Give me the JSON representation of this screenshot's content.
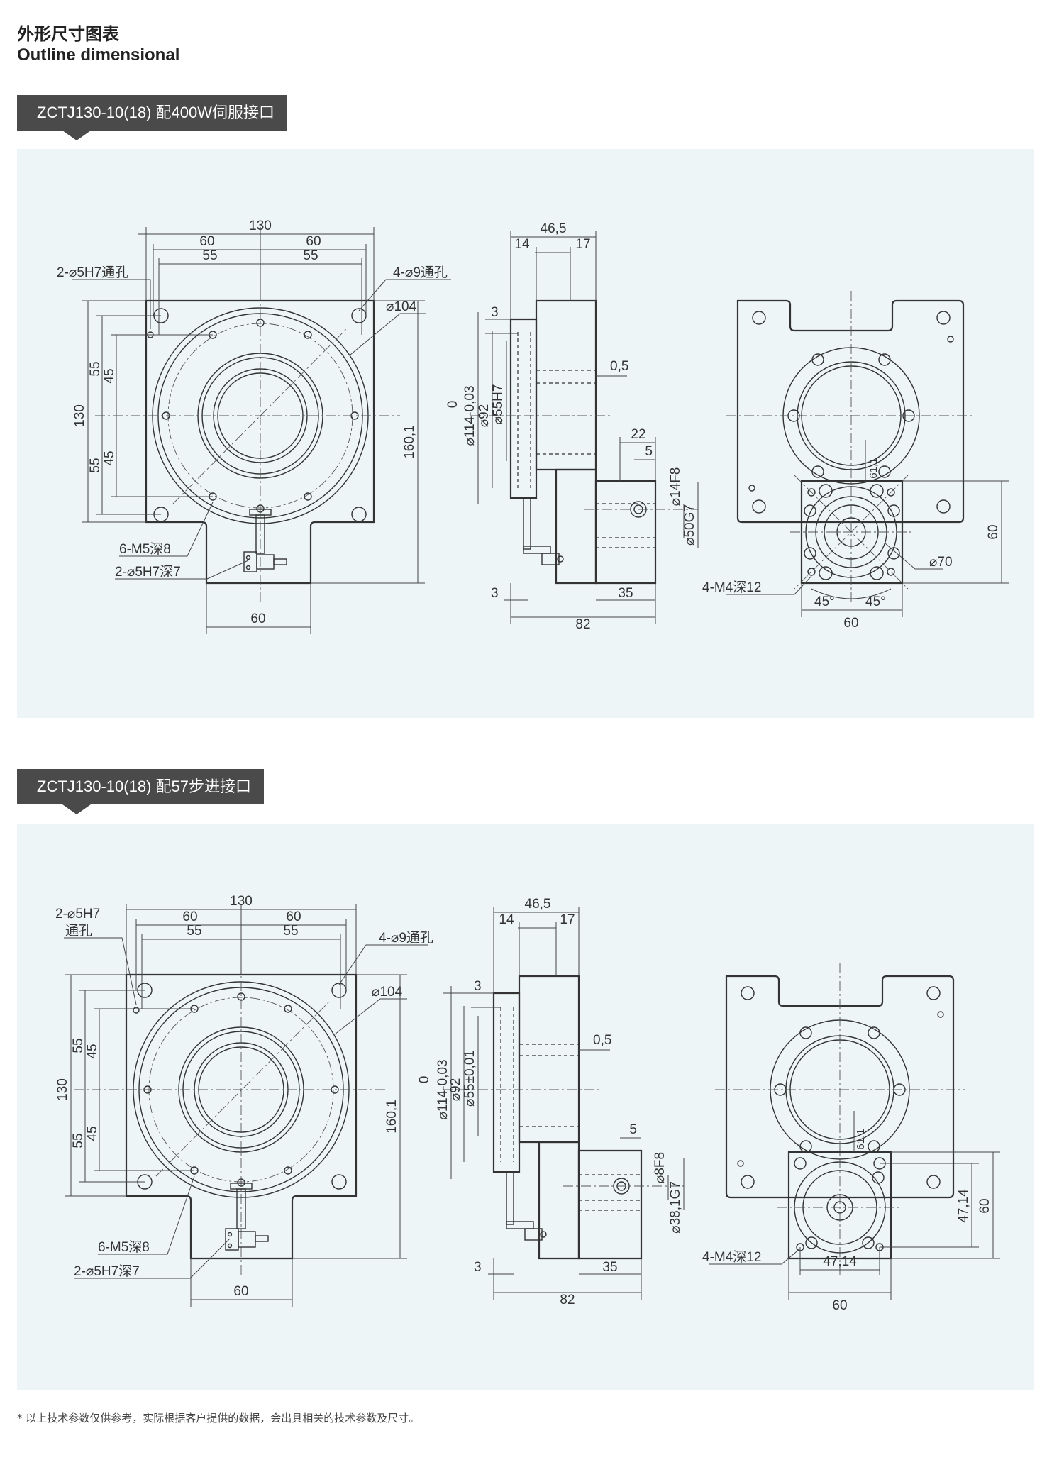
{
  "header": {
    "title_cn": "外形尺寸图表",
    "title_en": "Outline dimensional"
  },
  "sections": [
    {
      "tab_label": "ZCTJ130-10(18) 配400W伺服接口",
      "front": {
        "w130": "130",
        "w60a": "60",
        "w60b": "60",
        "w55a": "55",
        "w55b": "55",
        "hole1": "2-⌀5H7通孔",
        "hole2": "4-⌀9通孔",
        "d104": "⌀104",
        "h130": "130",
        "h55a": "55",
        "h45a": "45",
        "h45b": "45",
        "h55b": "55",
        "h160": "160,1",
        "m5": "6-M5深8",
        "pin": "2-⌀5H7深7",
        "b60": "60"
      },
      "side": {
        "w465": "46,5",
        "w14": "14",
        "w17": "17",
        "v3": "3",
        "v05": "0,5",
        "zero": "0",
        "d114": "⌀114-0,03",
        "d92": "⌀92",
        "d55": "⌀55H7",
        "w22": "22",
        "w5": "5",
        "d14": "⌀14F8",
        "d50": "⌀50G7",
        "b3": "3",
        "b35": "35",
        "b82": "82"
      },
      "motor": {
        "m4": "4-M4深12",
        "d70": "⌀70",
        "a45a": "45°",
        "a45b": "45°",
        "b60": "60",
        "h60": "60",
        "h61": "61,1"
      }
    },
    {
      "tab_label": "ZCTJ130-10(18) 配57步进接口",
      "front": {
        "w130": "130",
        "w60a": "60",
        "w60b": "60",
        "w55a": "55",
        "w55b": "55",
        "hole1a": "2-⌀5H7",
        "hole1b": "通孔",
        "hole2": "4-⌀9通孔",
        "d104": "⌀104",
        "h130": "130",
        "h55a": "55",
        "h45a": "45",
        "h45b": "45",
        "h55b": "55",
        "h160": "160,1",
        "m5": "6-M5深8",
        "pin": "2-⌀5H7深7",
        "b60": "60"
      },
      "side": {
        "w465": "46,5",
        "w14": "14",
        "w17": "17",
        "v3": "3",
        "v05": "0,5",
        "zero": "0",
        "d114": "⌀114-0,03",
        "d92": "⌀92",
        "d55": "⌀55±0,01",
        "w5": "5",
        "d8": "⌀8F8",
        "d381": "⌀38,1G7",
        "b3": "3",
        "b35": "35",
        "b82": "82"
      },
      "motor": {
        "m4": "4-M4深12",
        "b4714": "47,14",
        "b60": "60",
        "h4714": "47,14",
        "h60": "60",
        "h61": "61,1"
      }
    }
  ],
  "footnote": "* 以上技术参数仅供参考，实际根据客户提供的数据，会出具相关的技术参数及尺寸。"
}
